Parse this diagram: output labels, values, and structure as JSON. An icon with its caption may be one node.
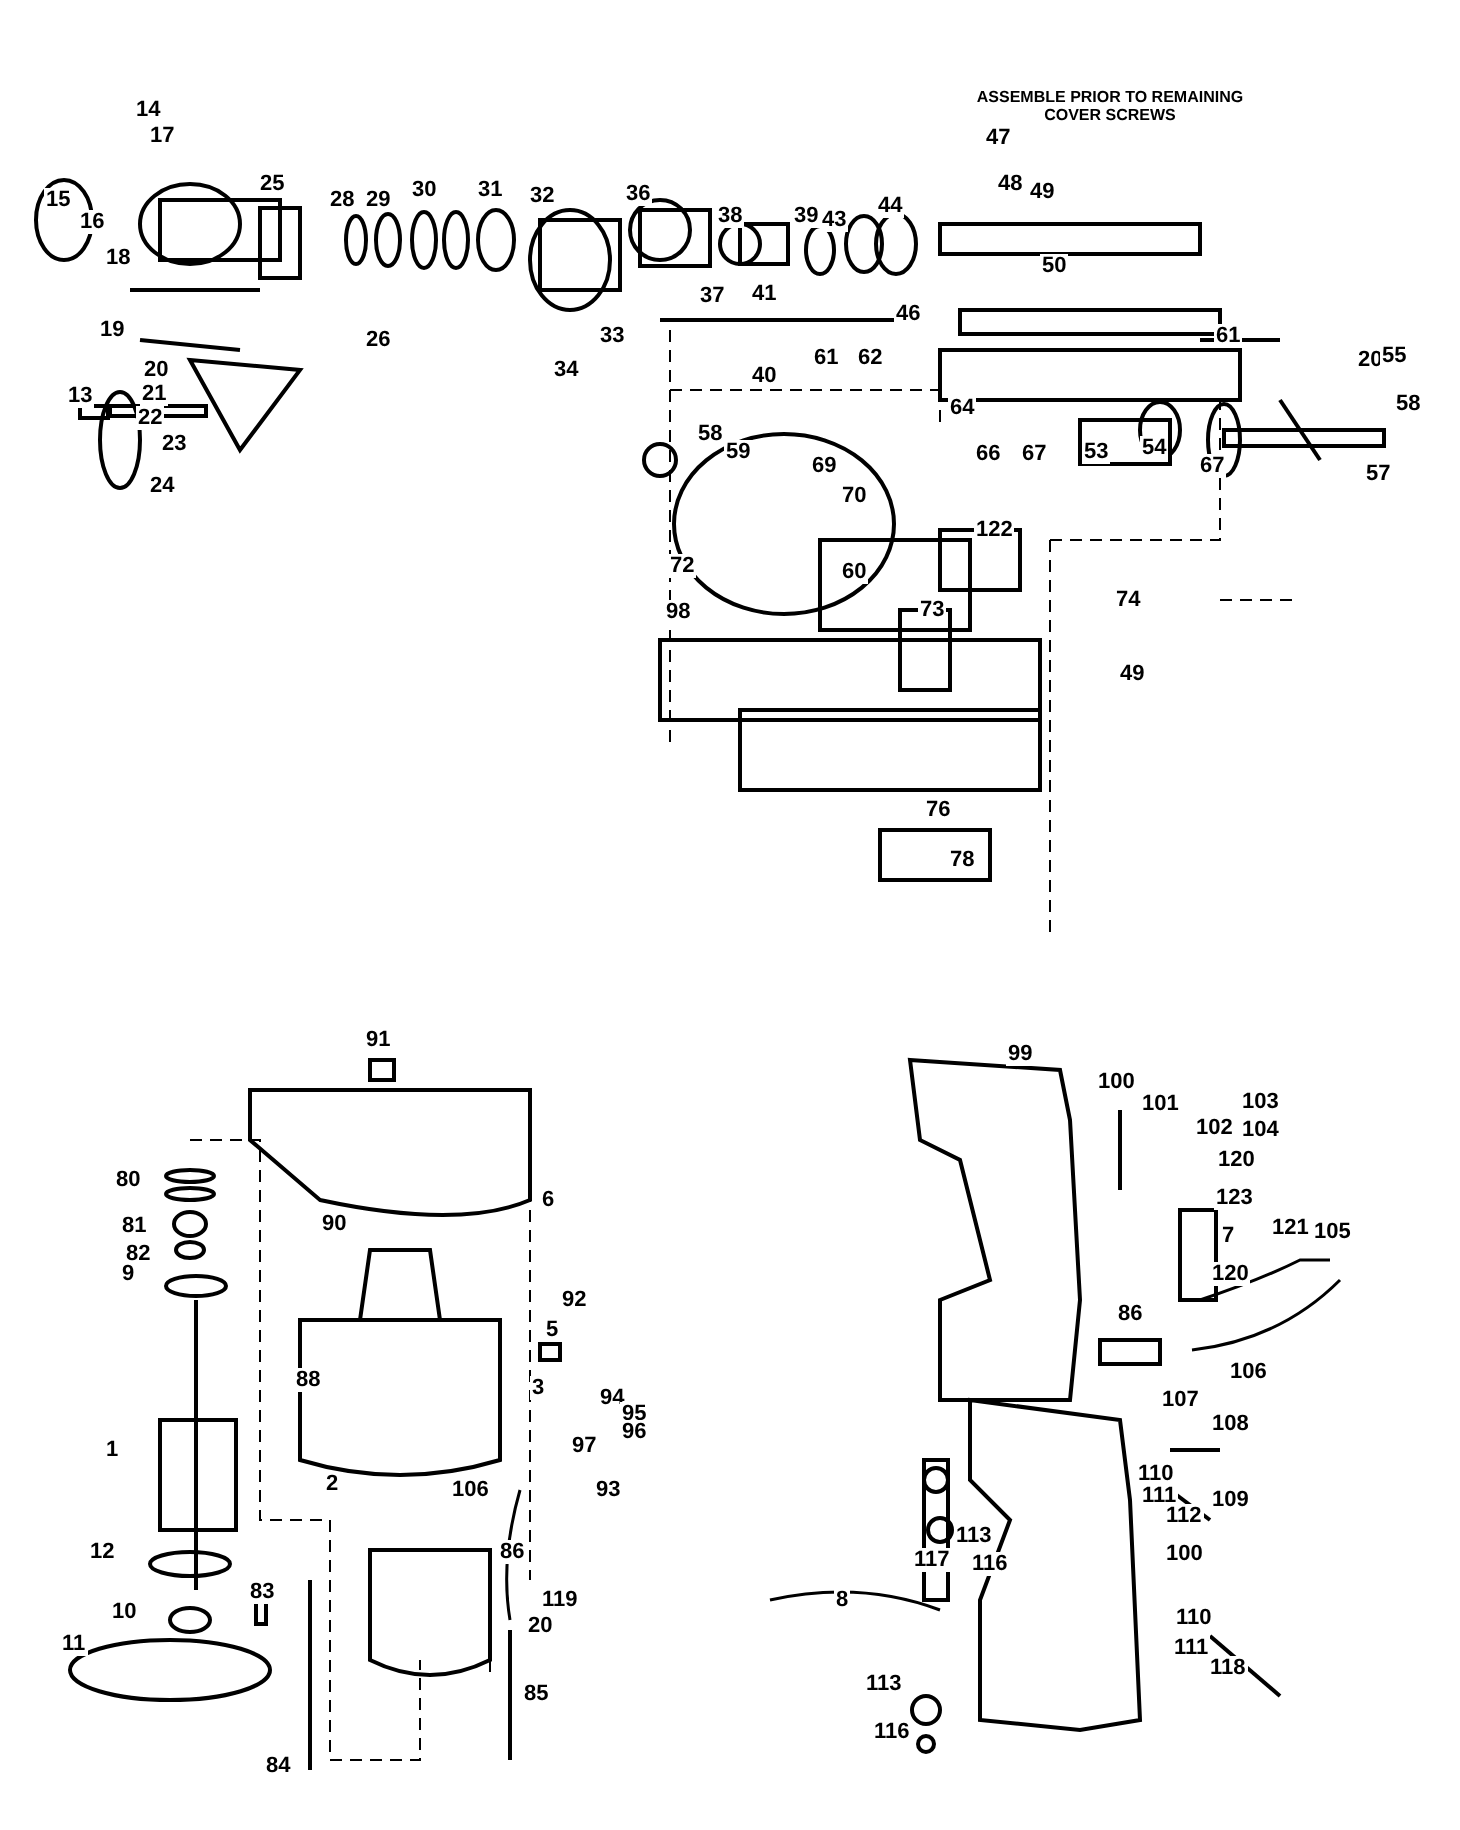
{
  "diagram": {
    "labels": [
      "14",
      "17",
      "15",
      "25",
      "28",
      "29",
      "30",
      "31",
      "32",
      "36",
      "16",
      "18",
      "19",
      "20",
      "21",
      "22",
      "13",
      "26",
      "23",
      "24",
      "33",
      "34",
      "38",
      "39",
      "43",
      "44",
      "ASSEMBLE PRIOR TO REMAINING COVER SCREWS",
      "47",
      "48",
      "49",
      "50",
      "37",
      "41",
      "46",
      "40",
      "61",
      "62",
      "61",
      "20",
      "55",
      "58",
      "64",
      "58",
      "59",
      "69",
      "66",
      "67",
      "53",
      "54",
      "67",
      "70",
      "57",
      "122",
      "72",
      "60",
      "98",
      "73",
      "74",
      "49",
      "76",
      "78",
      "91",
      "80",
      "90",
      "6",
      "81",
      "82",
      "9",
      "92",
      "5",
      "88",
      "3",
      "94",
      "95",
      "97",
      "96",
      "1",
      "2",
      "106",
      "93",
      "12",
      "86",
      "83",
      "119",
      "20",
      "10",
      "11",
      "85",
      "84",
      "99",
      "100",
      "101",
      "103",
      "102",
      "104",
      "120",
      "123",
      "7",
      "121",
      "105",
      "120",
      "86",
      "106",
      "107",
      "108",
      "110",
      "111",
      "109",
      "112",
      "113",
      "117",
      "116",
      "100",
      "8",
      "110",
      "111",
      "118",
      "113",
      "116"
    ]
  }
}
